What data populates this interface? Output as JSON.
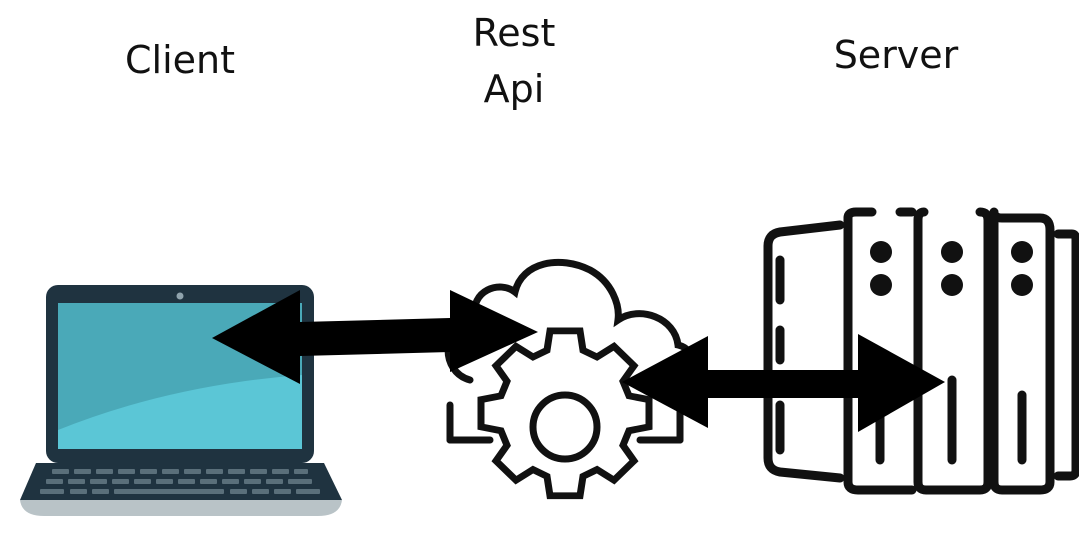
{
  "nodes": {
    "client": {
      "label": "Client",
      "icon": "laptop-icon"
    },
    "api": {
      "label_line1": "Rest",
      "label_line2": "Api",
      "icon": "cloud-gear-icon"
    },
    "server": {
      "label": "Server",
      "icon": "server-rack-icon"
    }
  },
  "edges": [
    {
      "from": "client",
      "to": "api",
      "style": "double-arrow"
    },
    {
      "from": "api",
      "to": "server",
      "style": "double-arrow"
    }
  ],
  "colors": {
    "screen": "#5bc6d6",
    "screen_shade": "#4aa9b8",
    "laptop_body": "#1f3340",
    "keyboard_base": "#b9c3c7",
    "stroke": "#111111"
  }
}
